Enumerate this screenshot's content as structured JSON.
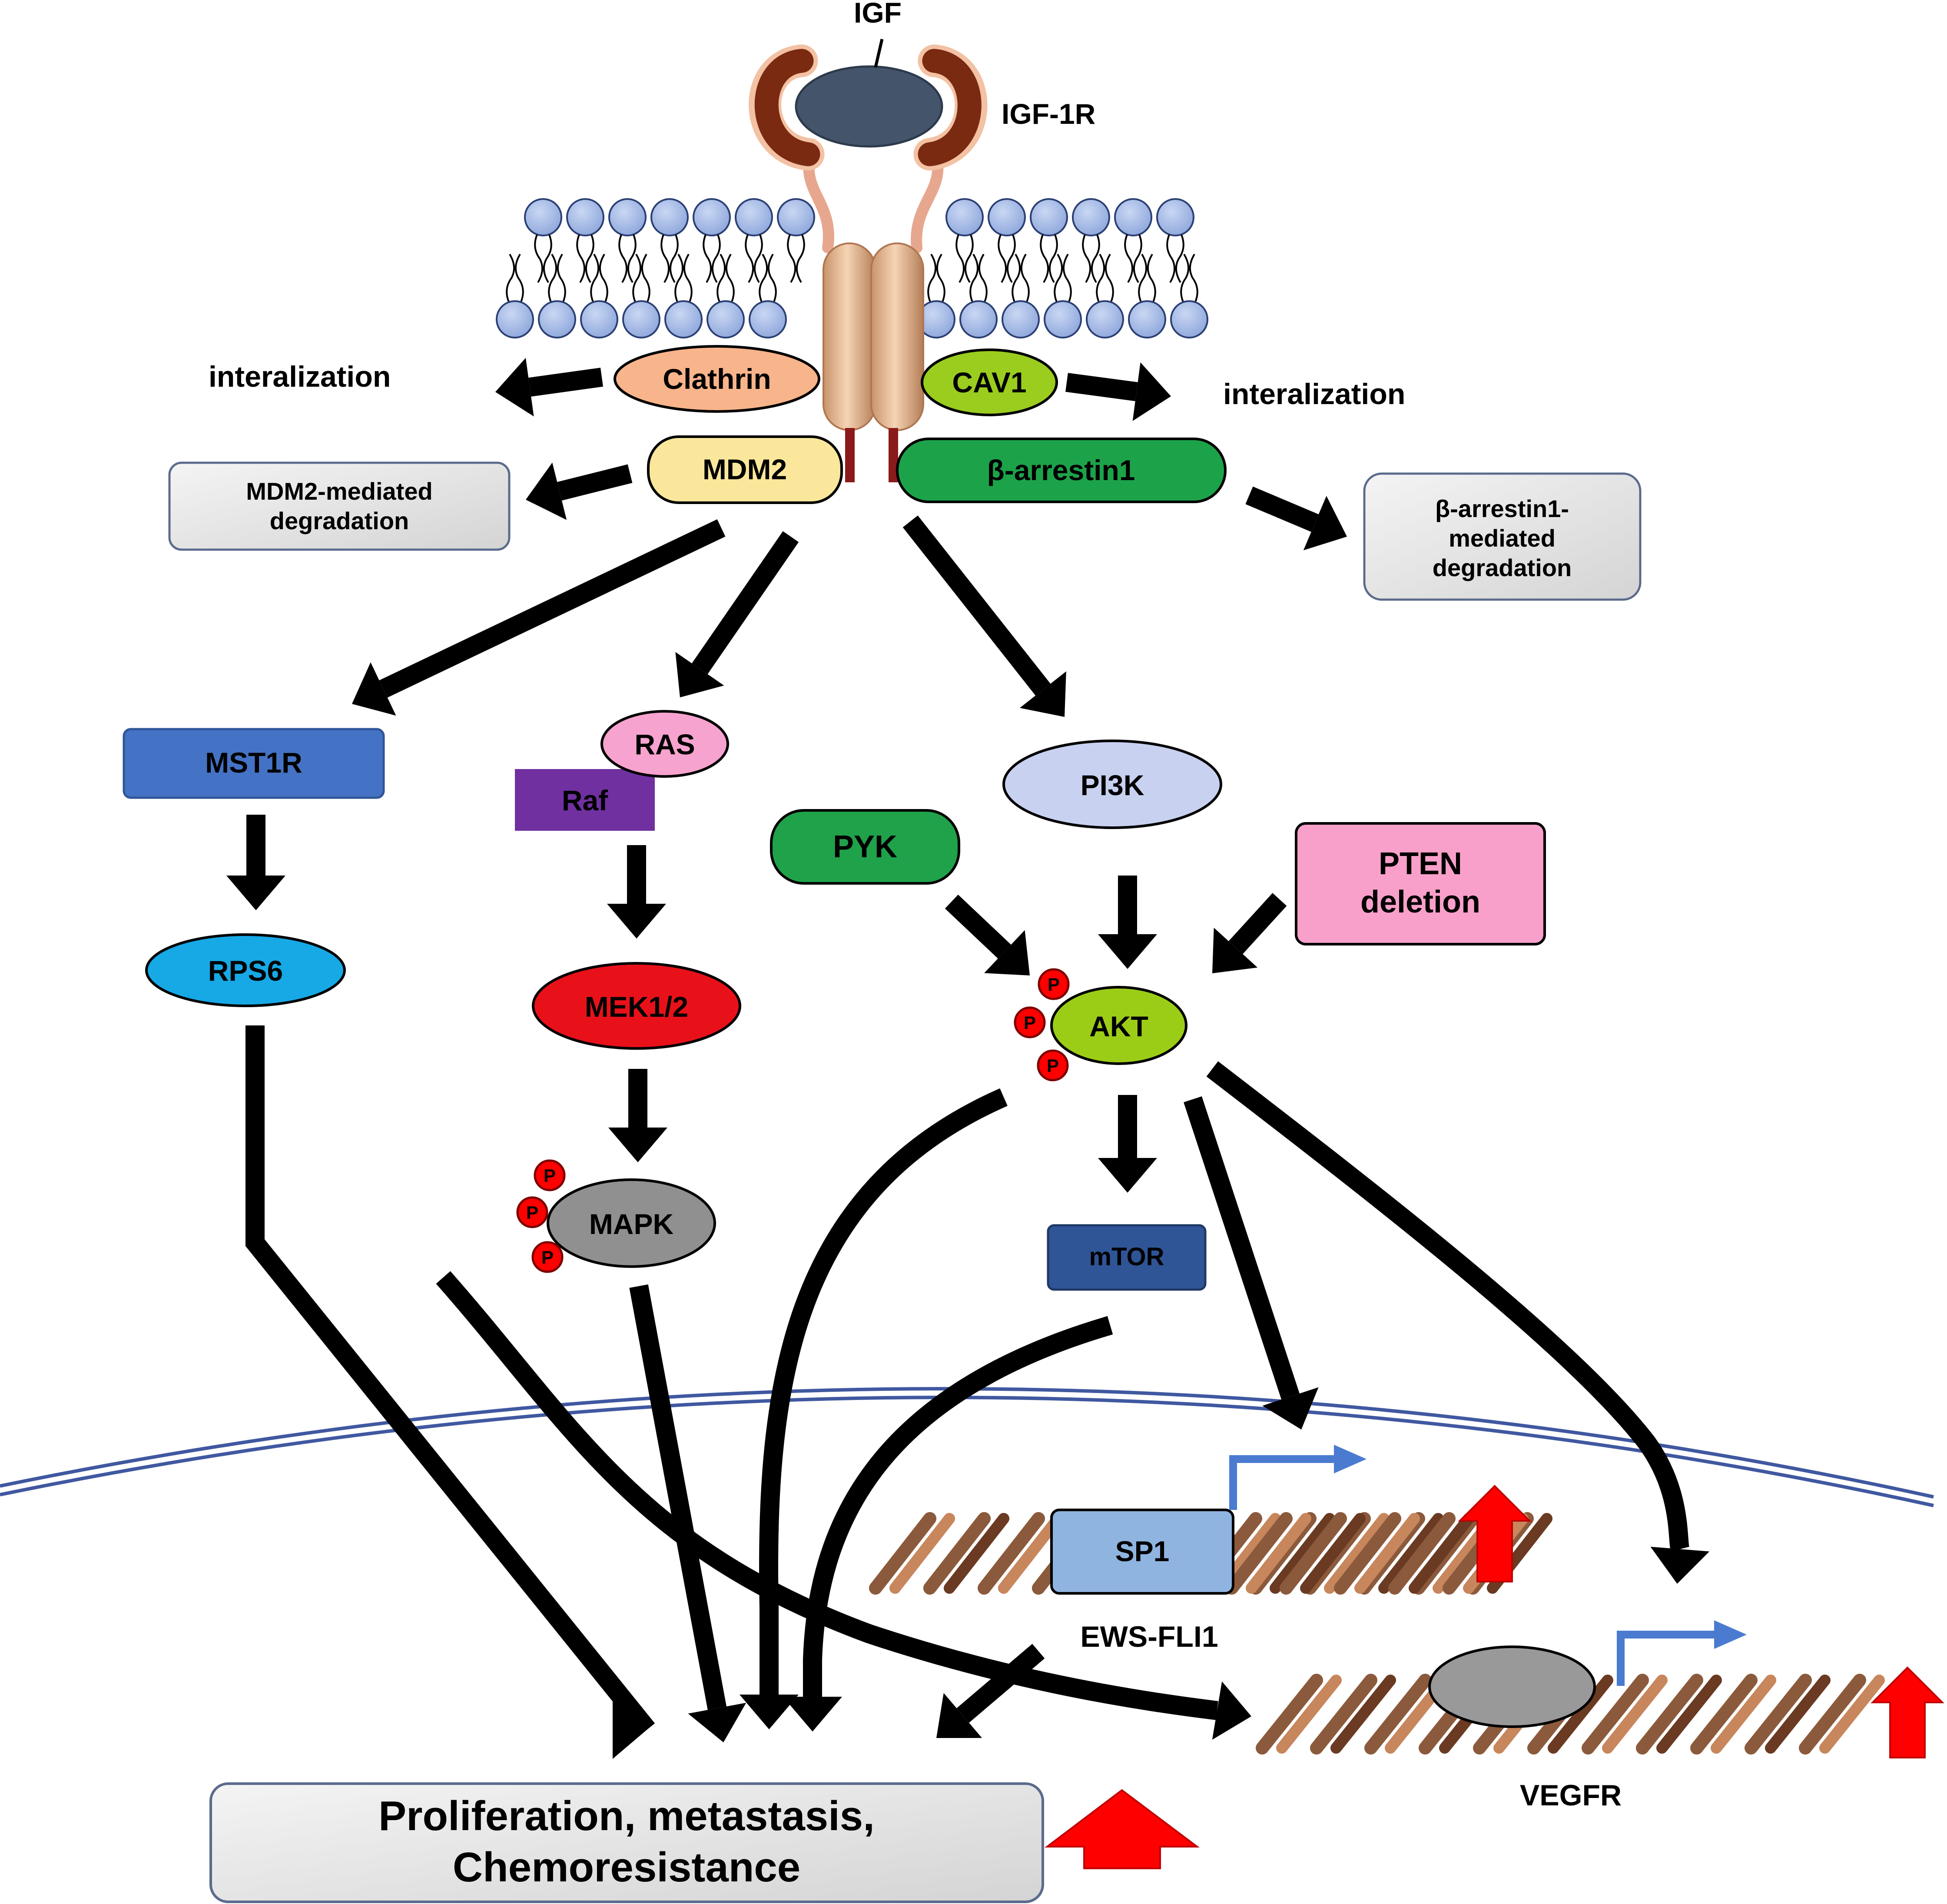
{
  "ligand": {
    "label": "IGF"
  },
  "receptor": {
    "label": "IGF-1R"
  },
  "membrane_partners": {
    "clathrin": "Clathrin",
    "cav1": "CAV1",
    "mdm2": "MDM2",
    "barrestin": "β-arrestin1"
  },
  "outcomes": {
    "internalization_left": "interalization",
    "internalization_right": "interalization",
    "mdm2_degradation": [
      "MDM2-mediated",
      "degradation"
    ],
    "barrestin_degradation": [
      "β-arrestin1-",
      "mediated",
      "degradation"
    ]
  },
  "nodes": {
    "mst1r": "MST1R",
    "rps6": "RPS6",
    "ras": "RAS",
    "raf": "Raf",
    "mek": "MEK1/2",
    "mapk": "MAPK",
    "pi3k": "PI3K",
    "pyk": "PYK",
    "pten": [
      "PTEN",
      "deletion"
    ],
    "akt": "AKT",
    "mtor": "mTOR",
    "phospho": "P"
  },
  "nucleus": {
    "sp1": "SP1",
    "ews_fli1": "EWS-FLI1",
    "vegfr": "VEGFR"
  },
  "result": {
    "lines": [
      "Proliferation, metastasis,",
      "Chemoresistance"
    ]
  },
  "colors": {
    "clathrin": "#f8b48a",
    "cav1": "#9acd1e",
    "mdm2": "#fbe79b",
    "barrestin": "#1ca34a",
    "mst1r": "#4472c4",
    "rps6": "#17a8e6",
    "ras": "#f7a3cf",
    "raf": "#7030a0",
    "mek": "#e8111a",
    "mapk": "#909090",
    "pi3k": "#c8d1f0",
    "pyk": "#1fa24a",
    "pten": "#f9a0ca",
    "akt": "#9ccd16",
    "mtor": "#2f5597",
    "sp1": "#8fb4df",
    "up_arrow": "#ff0000",
    "tss_arrow": "#4a7bd0"
  }
}
